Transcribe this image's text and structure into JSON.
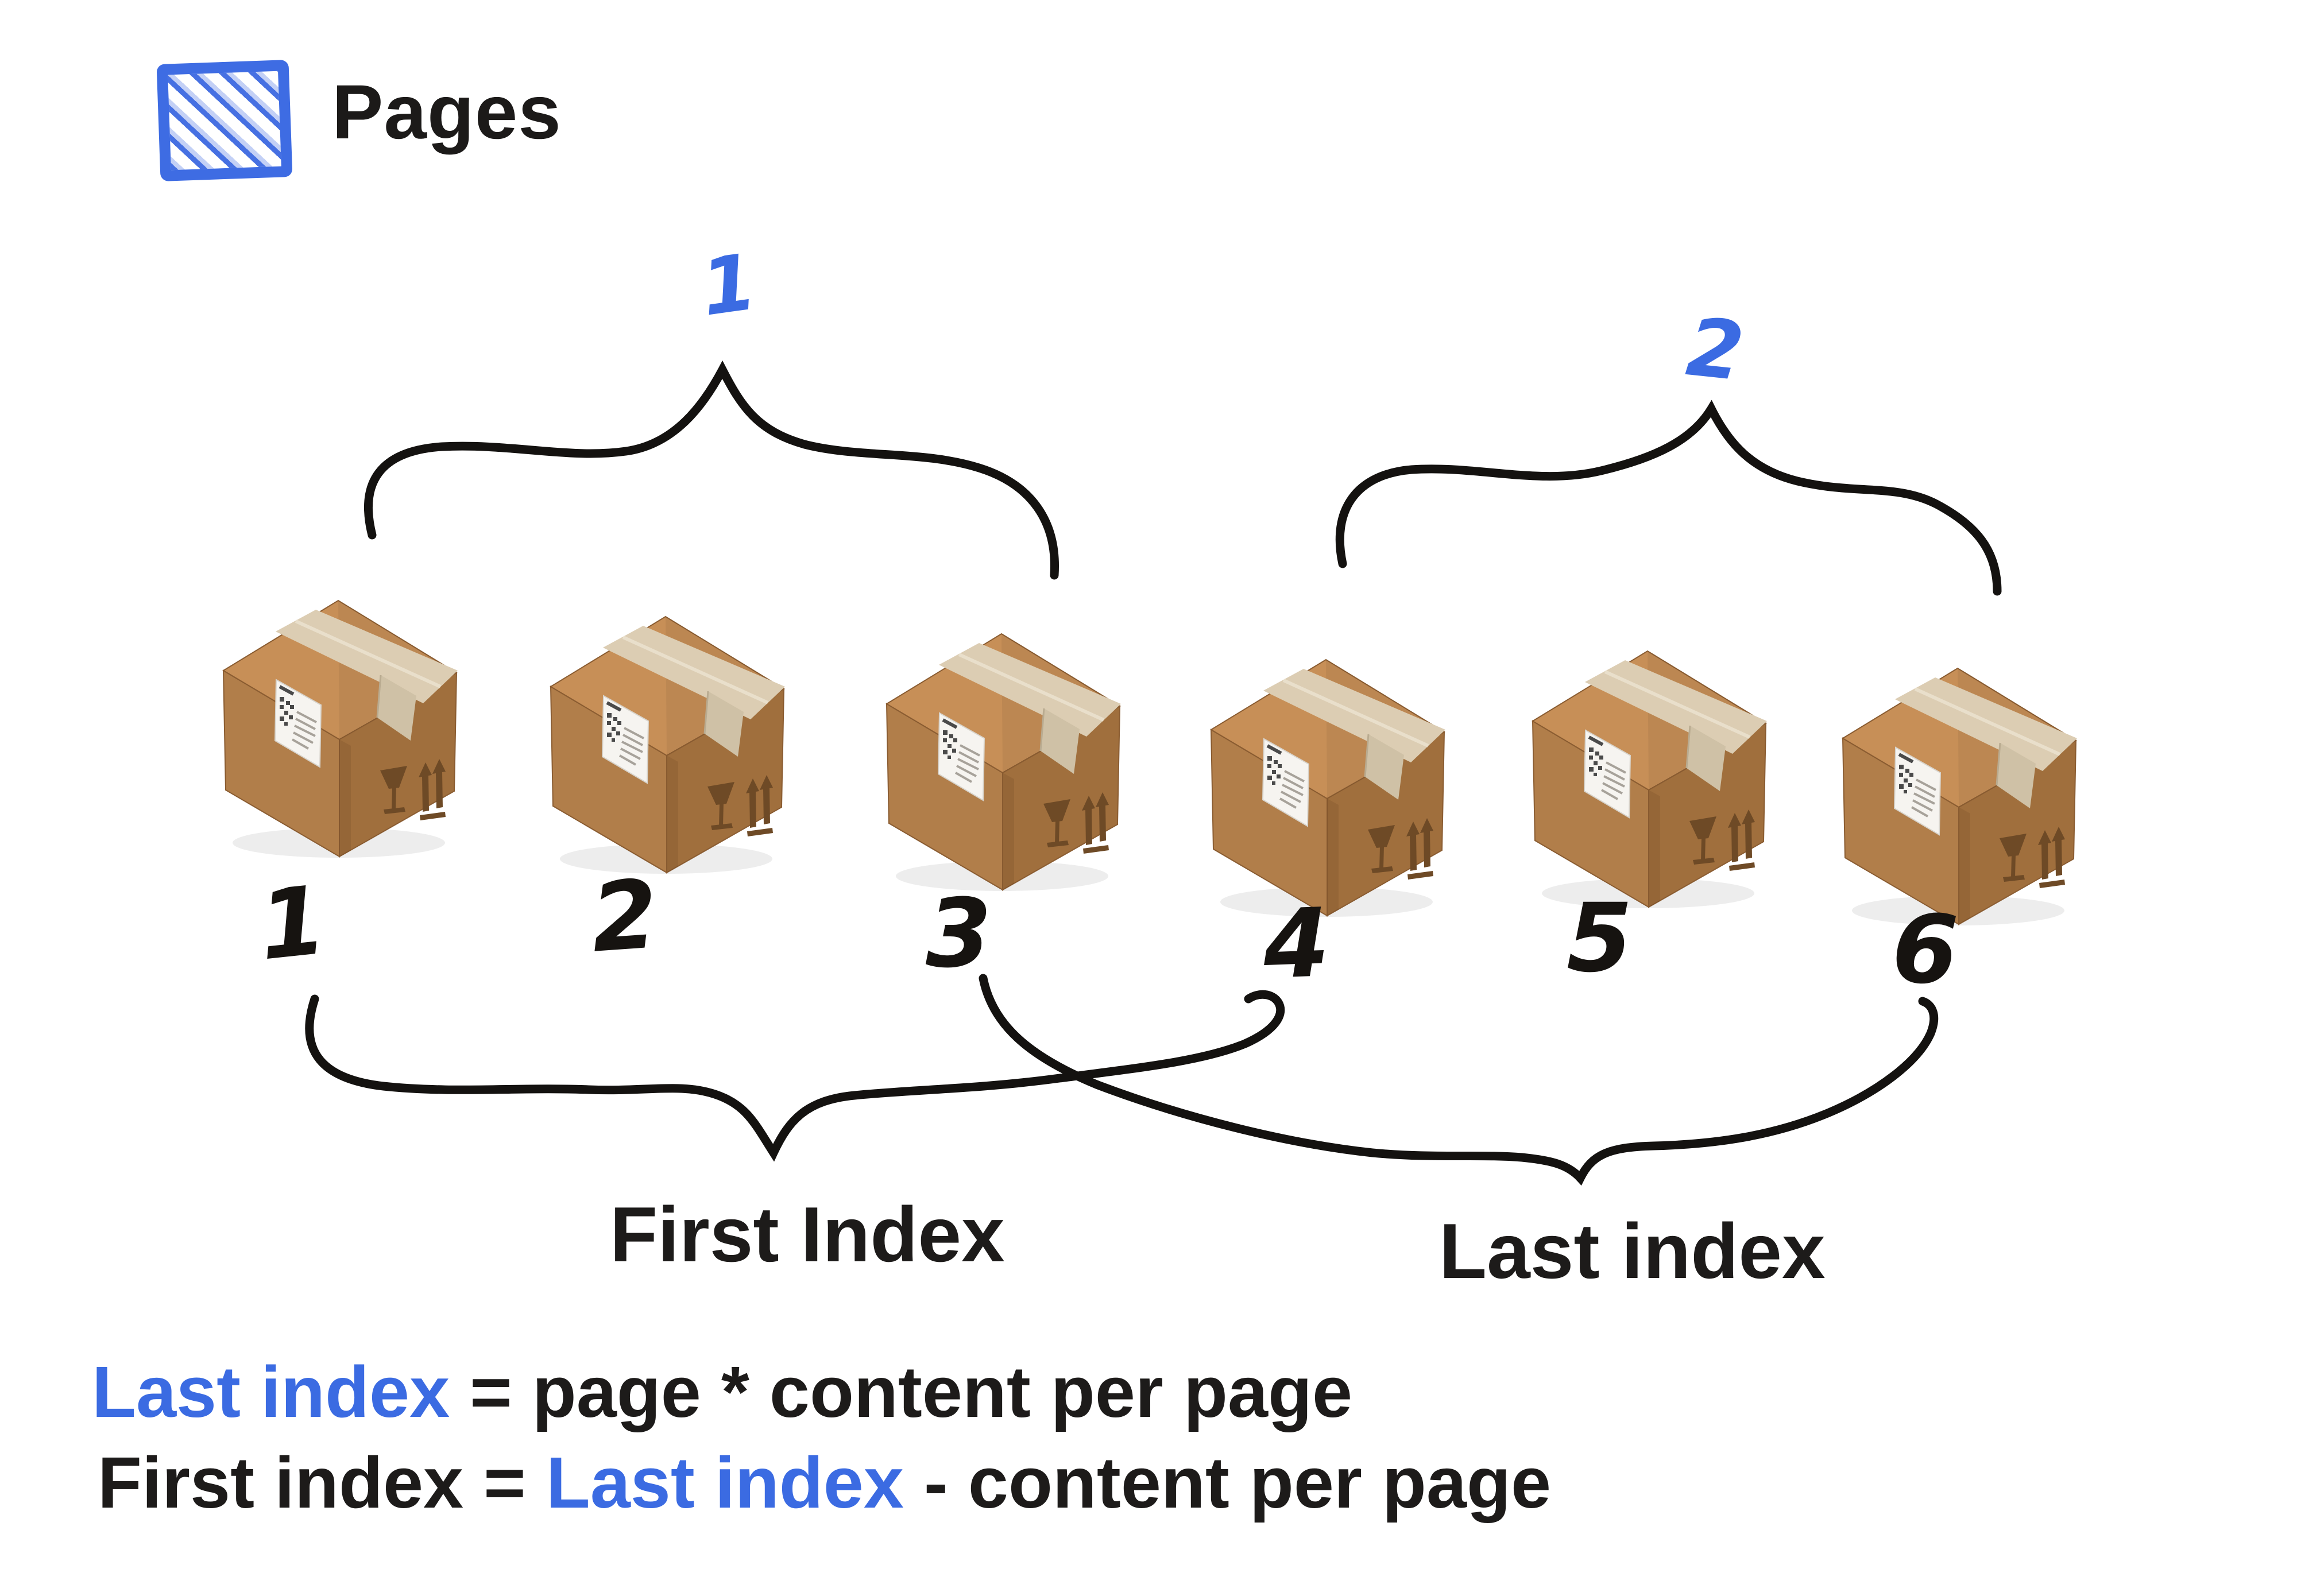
{
  "header": {
    "title": "Pages"
  },
  "page_group_labels": {
    "page1": "1",
    "page2": "2"
  },
  "box_labels": [
    "1",
    "2",
    "3",
    "4",
    "5",
    "6"
  ],
  "index_annotations": {
    "first_index": "First Index",
    "last_index": "Last index"
  },
  "formulas": {
    "line1": {
      "blue_lhs": "Last index",
      "rest": " = page * content per page"
    },
    "line2": {
      "prefix": "First index = ",
      "blue_mid": "Last index",
      "suffix": " - content per page"
    }
  },
  "icons": {
    "header_icon": "hatched-square-icon"
  },
  "colors": {
    "accent_blue": "#3b6be2",
    "ink_black": "#1d1b1a",
    "cardboard_top": "#c78f57",
    "cardboard_left": "#b17e4a",
    "cardboard_right": "#a06f3d",
    "tape": "#dccdb3",
    "label_white": "#f6f4f0",
    "stamp_brown": "#6e4a26"
  }
}
